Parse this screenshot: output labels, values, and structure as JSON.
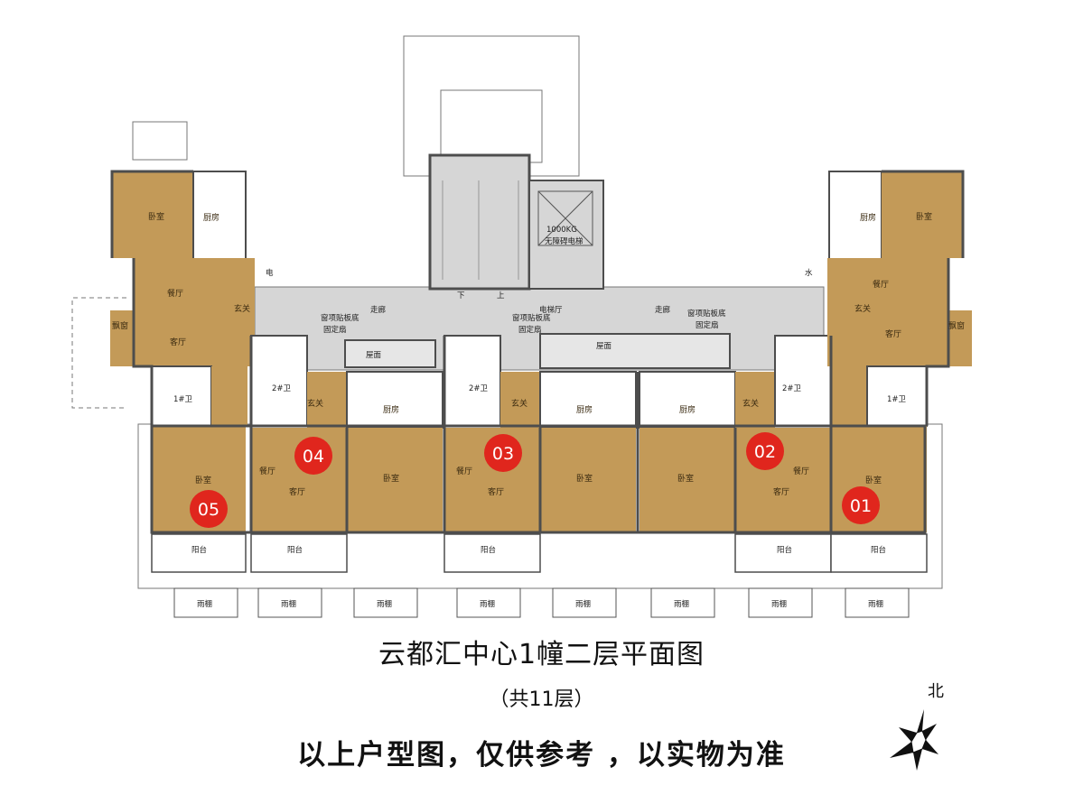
{
  "title": "云都汇中心1幢二层平面图",
  "subtitle": "（共11层）",
  "disclaimer": "以上户型图，仅供参考 ，以实物为准",
  "north_label": "北",
  "colors": {
    "room": "#c39a58",
    "corridor": "#d6d6d6",
    "wall": "#4d4d4d",
    "badge": "#e0261d"
  },
  "units": [
    "01",
    "02",
    "03",
    "04",
    "05"
  ],
  "rooms": {
    "bedroom": "卧室",
    "kitchen": "厨房",
    "dining": "餐厅",
    "living": "客厅",
    "entry": "玄关",
    "bay_window": "飘窗",
    "bath1": "1#卫",
    "bath2": "2#卫",
    "balcony": "阳台",
    "canopy": "雨棚",
    "corridor": "走廊",
    "elevator_hall": "电梯厅",
    "roof": "屋面",
    "down": "下",
    "up": "上",
    "electric": "电",
    "water": "水",
    "fixed_window": "窗项贴板底",
    "fixed_window2": "固定扇",
    "elevator_load": "1000KG",
    "elevator_type": "无障碍电梯"
  }
}
